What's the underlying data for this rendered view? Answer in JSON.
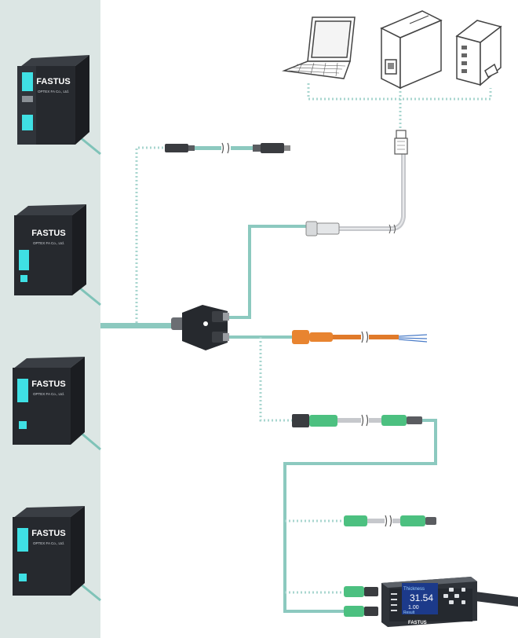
{
  "colors": {
    "panel_bg": "#dce6e4",
    "cable_teal": "#8cc9bf",
    "dotted_teal": "#a8d6cf",
    "sensor_body": "#26292e",
    "sensor_window": "#3fe0e4",
    "connector_green": "#4cc080",
    "connector_orange": "#e88430",
    "cable_orange": "#e07a2a",
    "cable_gray": "#c6c8cc",
    "display_blue": "#1c3a8a",
    "wire_blue": "#4a7cc8"
  },
  "icons": [
    "laptop-icon",
    "controller-module-icon",
    "network-hub-icon",
    "ethernet-plug-icon"
  ],
  "sensors": [
    {
      "brand": "FASTUS",
      "maker": "OPTEX FA Co., Ltd."
    },
    {
      "brand": "FASTUS",
      "maker": "OPTEX FA Co., Ltd."
    },
    {
      "brand": "FASTUS",
      "maker": "OPTEX FA Co., Ltd."
    },
    {
      "brand": "FASTUS",
      "maker": "OPTEX FA Co., Ltd."
    }
  ],
  "display_unit": {
    "brand": "FASTUS",
    "channel_label": "Thickness",
    "main_value": "31.54",
    "sub_value": "1.00",
    "status_text": "Result"
  }
}
